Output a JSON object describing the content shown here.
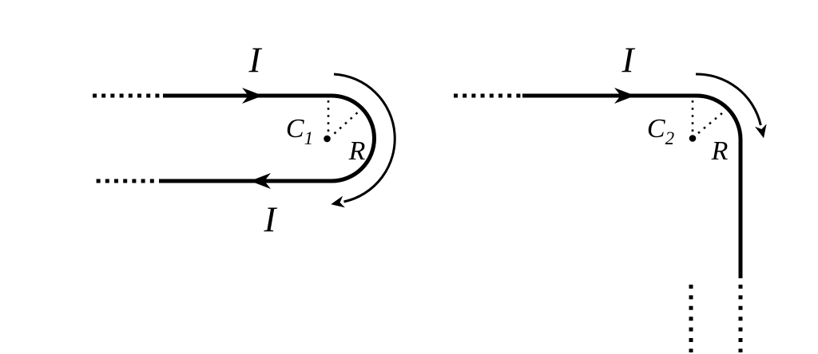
{
  "colors": {
    "background": "#ffffff",
    "ink": "#000000"
  },
  "left_diagram": {
    "top_current_label": "I",
    "bottom_current_label": "I",
    "center_label": "C",
    "center_subscript": "1",
    "radius_label": "R"
  },
  "right_diagram": {
    "top_current_label": "I",
    "center_label": "C",
    "center_subscript": "2",
    "radius_label": "R"
  }
}
